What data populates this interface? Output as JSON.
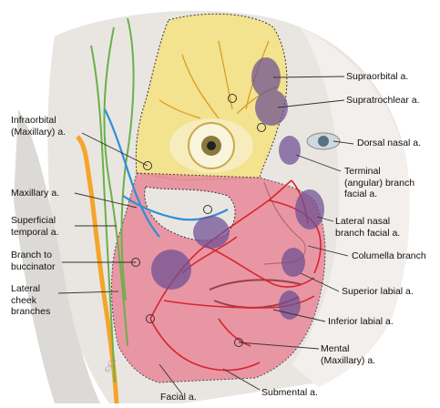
{
  "labels": {
    "supraorbital": "Supraorbital a.",
    "supratrochlear": "Supratrochlear a.",
    "dorsal_nasal": "Dorsal nasal a.",
    "terminal_angular": "Terminal\n(angular) branch\nfacial a.",
    "lateral_nasal": "Lateral nasal\nbranch facial a.",
    "columella": "Columella branch",
    "superior_labial": "Superior labial a.",
    "inferior_labial": "Inferior labial a.",
    "mental": "Mental\n(Maxillary) a.",
    "submental": "Submental a.",
    "facial": "Facial a.",
    "infraorbital": "Infraorbital\n(Maxillary) a.",
    "maxillary": "Maxillary a.",
    "superficial_temporal": "Superficial\ntemporal a.",
    "buccinator": "Branch to\nbuccinator",
    "lateral_cheek": "Lateral\ncheek\nbranches"
  },
  "signature": "©Cn",
  "colors": {
    "forehead_zone": "#f3e28e",
    "lower_zone": "#e8899a",
    "danger_spot": "#6e4f93",
    "artery": "#d8252b",
    "vein": "#2f8fd6",
    "nerve_green": "#6bb04a",
    "temporal_orange": "#f4a52a"
  }
}
